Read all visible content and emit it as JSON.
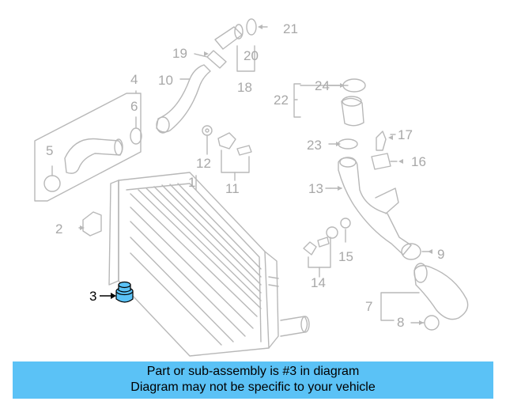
{
  "diagram": {
    "highlight_color": "#5bc2f6",
    "callouts": [
      "1",
      "2",
      "3",
      "4",
      "5",
      "6",
      "7",
      "8",
      "9",
      "10",
      "11",
      "12",
      "13",
      "14",
      "15",
      "16",
      "17",
      "18",
      "19",
      "20",
      "21",
      "22",
      "23",
      "24"
    ],
    "highlighted": "3"
  },
  "banner": {
    "line1": "Part or sub-assembly is #3 in diagram",
    "line2": "Diagram may not be specific to your vehicle",
    "background": "#5bc2f6"
  }
}
